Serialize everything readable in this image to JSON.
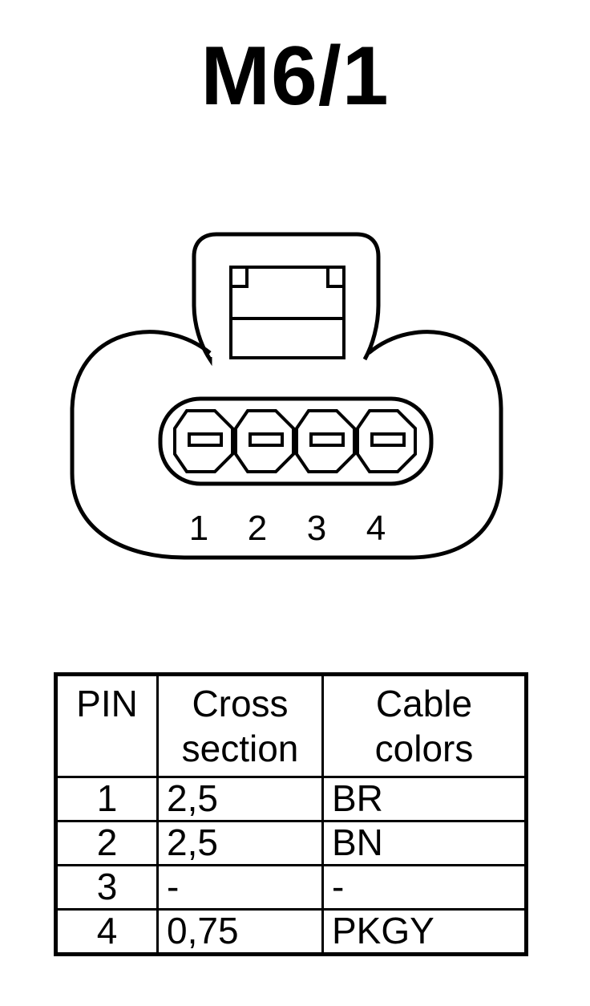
{
  "title": "M6/1",
  "connector": {
    "pin_labels": [
      "1",
      "2",
      "3",
      "4"
    ]
  },
  "table": {
    "headers": {
      "pin": "PIN",
      "cross_section_line1": "Cross",
      "cross_section_line2": "section",
      "cable_colors_line1": "Cable",
      "cable_colors_line2": "colors"
    },
    "rows": [
      {
        "pin": "1",
        "cross_section": "2,5",
        "cable_color": "BR"
      },
      {
        "pin": "2",
        "cross_section": "2,5",
        "cable_color": "BN"
      },
      {
        "pin": "3",
        "cross_section": "-",
        "cable_color": "-"
      },
      {
        "pin": "4",
        "cross_section": "0,75",
        "cable_color": "PKGY"
      }
    ]
  }
}
